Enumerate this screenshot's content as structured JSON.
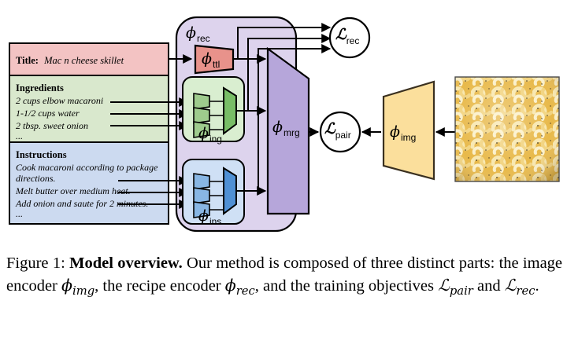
{
  "figure": {
    "recipe": {
      "title": {
        "label": "Title:",
        "value": "Mac n cheese skillet",
        "color": "#f3c3c3"
      },
      "ingredients": {
        "heading": "Ingredients",
        "color": "#d9e8cd",
        "lines": [
          "2 cups elbow macaroni",
          "1-1/2 cups water",
          "2 tbsp. sweet onion",
          "..."
        ]
      },
      "instructions": {
        "heading": "Instructions",
        "color": "#ccdaf0",
        "lines": [
          "Cook macaroni according to package",
          "directions.",
          "Melt butter over medium heat.",
          "Add onion and saute for 2 minutes.",
          "..."
        ]
      }
    },
    "modules": {
      "recipe_encoder": {
        "phi": "ϕ",
        "sub": "rec",
        "color": "#ddd3ed"
      },
      "title_encoder": {
        "phi": "ϕ",
        "sub": "ttl",
        "color": "#e8928b"
      },
      "ingredient_encoder": {
        "phi": "ϕ",
        "sub": "ing",
        "color": "#8dc47e",
        "group_color": "#d9eed0"
      },
      "instruction_encoder": {
        "phi": "ϕ",
        "sub": "ins",
        "color": "#5b9bd8",
        "group_color": "#cfe0f5"
      },
      "merge_encoder": {
        "phi": "ϕ",
        "sub": "mrg",
        "color": "#b6a6da"
      },
      "image_encoder": {
        "phi": "ϕ",
        "sub": "img",
        "color": "#fbdf9c"
      }
    },
    "losses": {
      "reconstruction": {
        "symbol": "ℒ",
        "sub": "rec"
      },
      "pairing": {
        "symbol": "ℒ",
        "sub": "pair"
      }
    },
    "photo": {
      "alt": "mac-and-cheese-photo",
      "base_color": "#e8b94a",
      "highlight_color": "#f7e3a8",
      "speck_color": "#3a2f18"
    }
  },
  "caption": {
    "figure_number": "Figure 1:",
    "bold_title": "Model overview.",
    "body_1": "Our method is composed of three distinct parts: the image encoder ",
    "phi_img": "ϕ",
    "phi_img_sub": "img",
    "body_2": ", the recipe encoder ",
    "phi_rec": "ϕ",
    "phi_rec_sub": "rec",
    "body_3": ", and the training objectives ",
    "loss_pair": "ℒ",
    "loss_pair_sub": "pair",
    "body_4": " and ",
    "loss_rec": "ℒ",
    "loss_rec_sub": "rec",
    "body_5": "."
  }
}
